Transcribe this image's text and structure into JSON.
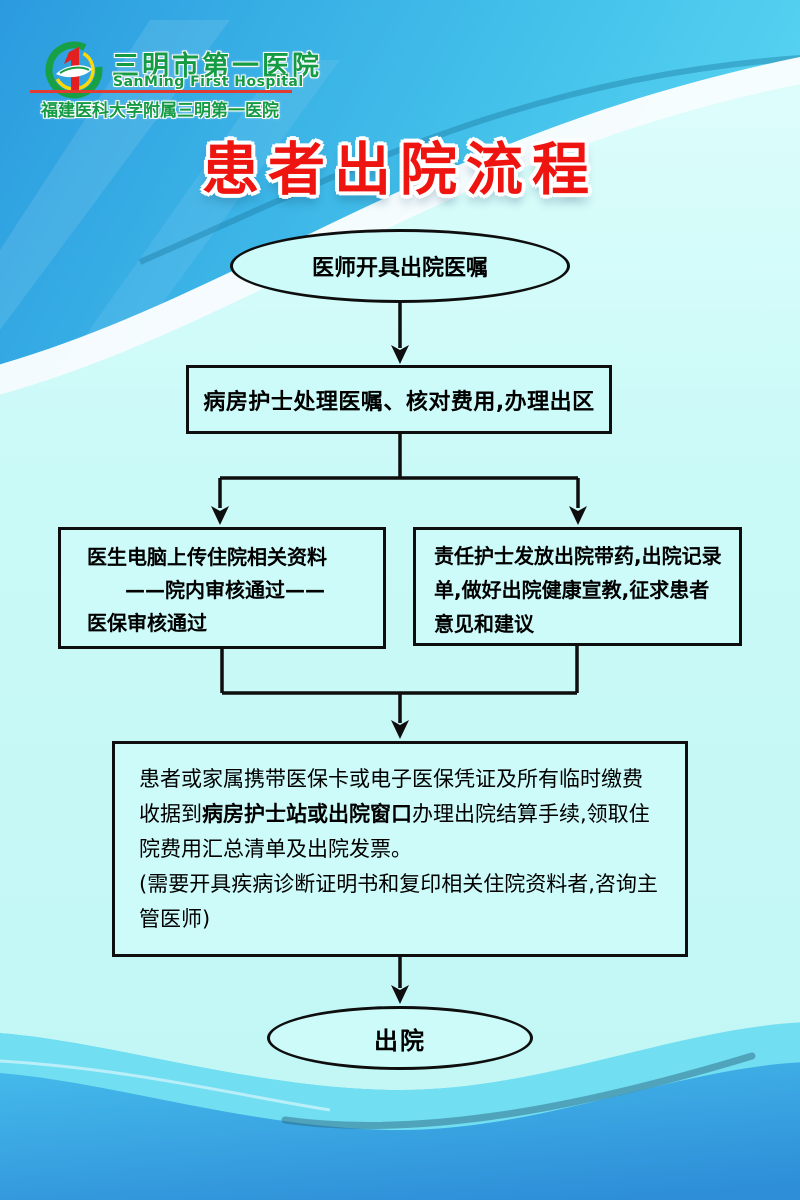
{
  "poster": {
    "header": {
      "hospital_name_cn": "三明市第一医院",
      "hospital_name_en": "SanMing First Hospital",
      "affiliation": "福建医科大学附属三明第一医院",
      "title": "患者出院流程"
    },
    "flow": {
      "start": "医师开具出院医嘱",
      "ward_nurse": "病房护士处理医嘱、核对费用,办理出区",
      "upload_line1": "医生电脑上传住院相关资料",
      "upload_line2": "——院内审核通过——",
      "upload_line3": "医保审核通过",
      "duty_nurse": "责任护士发放出院带药,出院记录单,做好出院健康宣教,征求患者意见和建议",
      "settle_pre": "患者或家属携带医保卡或电子医保凭证及所有临时缴费收据到",
      "settle_bold": "病房护士站或出院窗口",
      "settle_post": "办理出院结算手续,领取住院费用汇总清单及出院发票。",
      "settle_note": "(需要开具疾病诊断证明书和复印相关住院资料者,咨询主管医师)",
      "end": "出院"
    },
    "colors": {
      "title_red": "#ee1511",
      "logo_green": "#169b45",
      "divider_red": "#e23c32",
      "top_blue": "#2b9bdf",
      "panel_cyan": "#ccfbf9",
      "bottom_blue": "#2e8fd8",
      "line_black": "#0e0e0e"
    }
  }
}
